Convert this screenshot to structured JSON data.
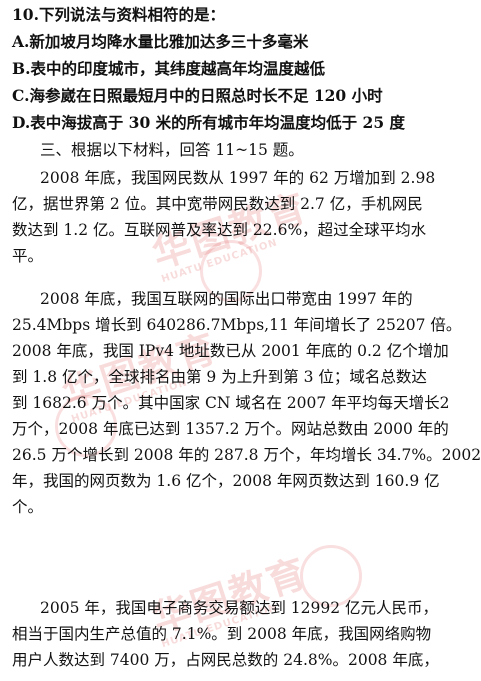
{
  "question": {
    "title": "10.下列说法与资料相符的是：",
    "options": [
      "A.新加坡月均降水量比雅加达多三十多毫米",
      "B.表中的印度城市，其纬度越高年均温度越低",
      "C.海参崴在日照最短月中的日照总时长不足 120 小时",
      "D.表中海拔高于 30 米的所有城市年均温度均低于 25 度"
    ]
  },
  "section": {
    "heading": "三、根据以下材料，回答 11~15 题。",
    "lines": [
      "2008 年底，我国网民数从 1997 年的 62 万增加到 2.98",
      "亿，据世界第 2 位。其中宽带网民数达到 2.7 亿，手机网民",
      "数达到 1.2 亿。互联网普及率达到 22.6%，超过全球平均水",
      "平。",
      "2008 年底，我国互联网的国际出口带宽由 1997 年的",
      "25.4Mbps 增长到 640286.7Mbps,11 年间增长了 25207 倍。",
      "2008 年底，我国 IPv4 地址数已从 2001 年底的 0.2 亿个增加",
      "到 1.8 亿个，全球排名由第 9 为上升到第 3 位；域名总数达",
      "到 1682.6 万个。其中国家 CN 域名在 2007 年平均每天增长2",
      "万个，2008 年底已达到 1357.2 万个。网站总数由 2000 年的",
      "26.5 万个增长到 2008 年的 287.8 万个，年均增长 34.7%。2002",
      "年，我国的网页数为 1.6 亿个，2008 年网页数达到 160.9 亿",
      "个。",
      "2005 年，我国电子商务交易额达到 12992 亿元人民币，",
      "相当于国内生产总值的 7.1%。到 2008 年底，我国网络购物",
      "用户人数达到 7400 万，占网民总数的 24.8%。2008 年底，"
    ]
  },
  "watermark": {
    "main": "华图教育",
    "sub": "HUATU EDUCATION"
  }
}
